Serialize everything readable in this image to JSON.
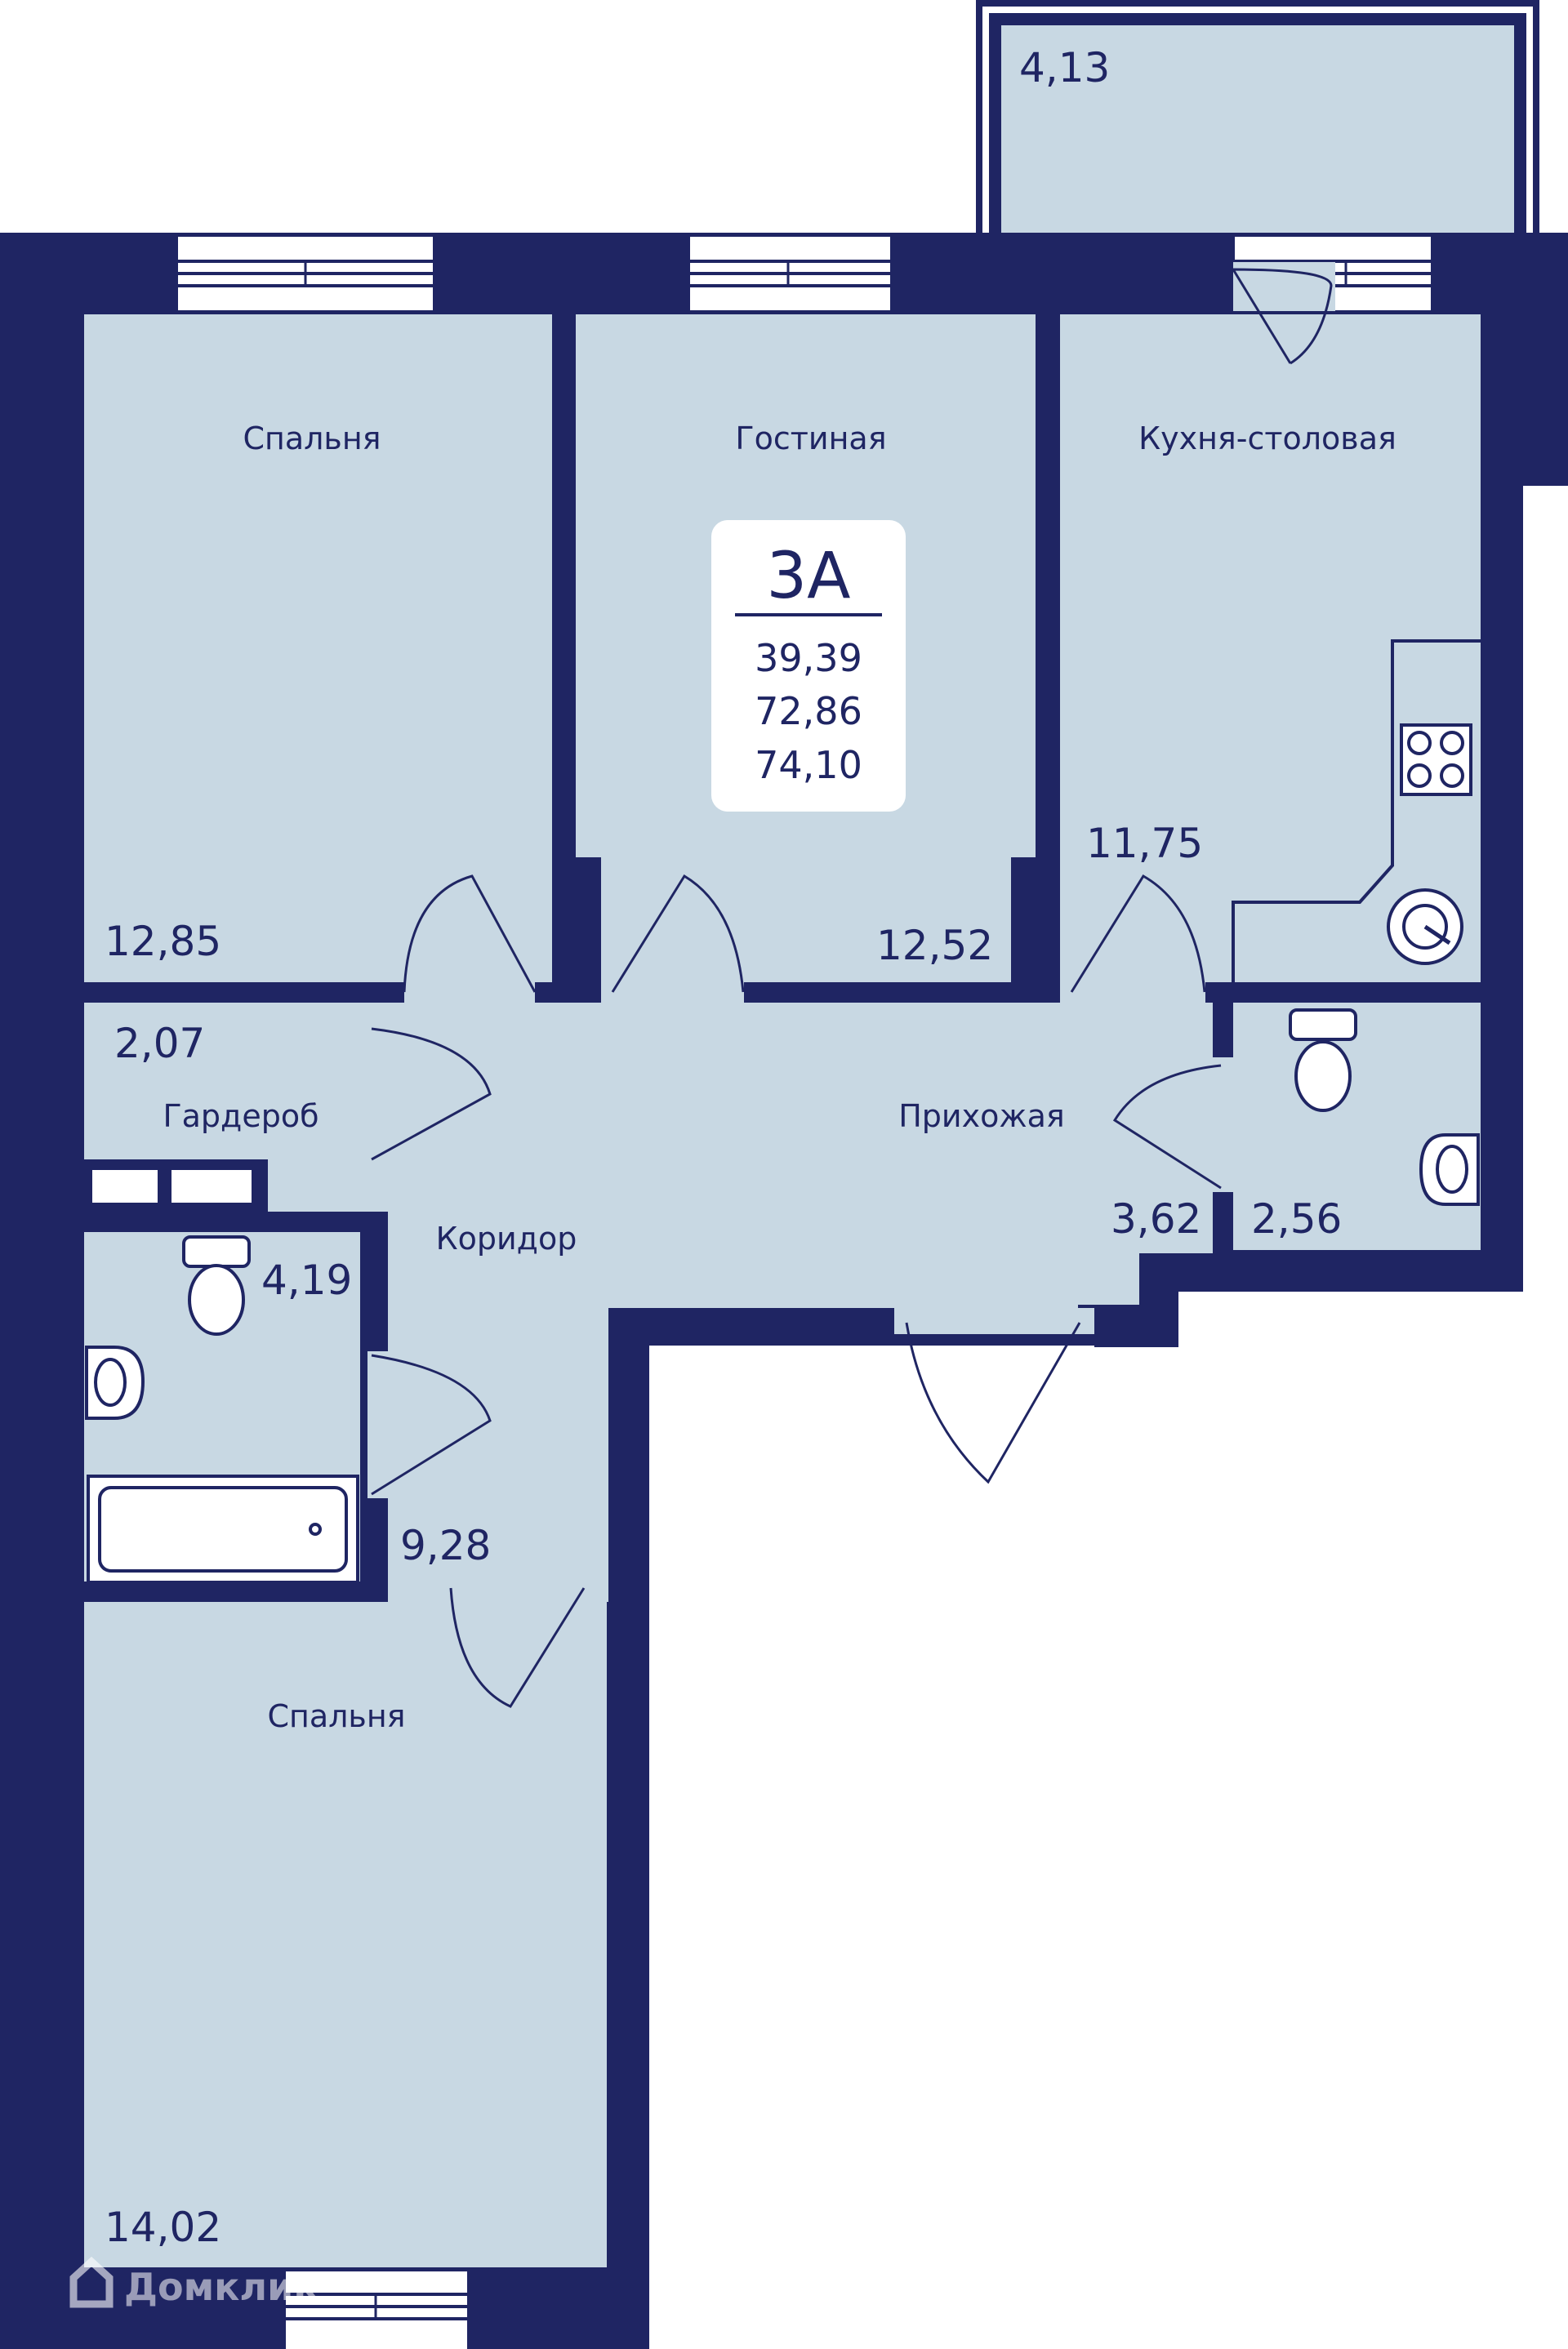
{
  "colors": {
    "wall": "#1f2563",
    "floor": "#c8d8e3",
    "text": "#1f2563",
    "badge_background": "#ffffff"
  },
  "badge": {
    "title": "3А",
    "values": [
      "39,39",
      "72,86",
      "74,10"
    ]
  },
  "rooms": {
    "bedroom_top": {
      "name": "Спальня",
      "area": "12,85"
    },
    "living_room": {
      "name": "Гостиная",
      "area": "12,52"
    },
    "kitchen": {
      "name": "Кухня-столовая",
      "area": "11,75"
    },
    "wardrobe": {
      "name": "Гардероб",
      "area": "2,07"
    },
    "hallway": {
      "name": "Прихожая",
      "area": "3,62"
    },
    "corridor": {
      "name": "Коридор",
      "area": "9,28"
    },
    "toilet": {
      "area": "2,56"
    },
    "bathroom": {
      "area": "4,19"
    },
    "bedroom_bottom": {
      "name": "Спальня",
      "area": "14,02"
    },
    "balcony": {
      "area": "4,13"
    }
  },
  "icons": [
    "window-icon",
    "door-swing-icon",
    "toilet-icon",
    "sink-icon",
    "bathtub-icon",
    "stove-icon",
    "kitchen-sink-icon",
    "shelf-icon",
    "domclick-logo-icon"
  ],
  "watermark": {
    "text": "Домклик"
  }
}
